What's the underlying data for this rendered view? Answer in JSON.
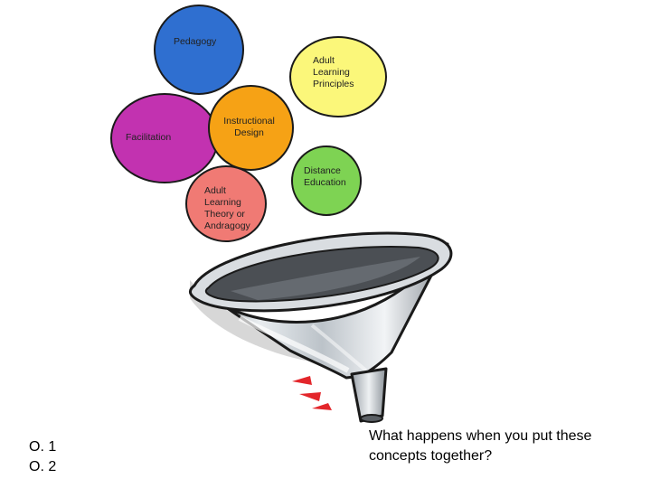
{
  "concepts": {
    "pedagogy": {
      "label": "Pedagogy",
      "color": "#2f6fd0"
    },
    "adult_learning_principles": {
      "label": "Adult Learning Principles",
      "color": "#fbf77a"
    },
    "facilitation": {
      "label": "Facilitation",
      "color": "#c232b0"
    },
    "instructional_design": {
      "label": "Instructional Design",
      "color": "#f6a215"
    },
    "adult_learning_theory": {
      "label": "Adult Learning Theory or Andragogy",
      "color": "#f07a74"
    },
    "distance_education": {
      "label": "Distance Education",
      "color": "#7ed353"
    }
  },
  "objectives": [
    "O. 1",
    "O. 2"
  ],
  "question": "What happens when you put these concepts together?"
}
